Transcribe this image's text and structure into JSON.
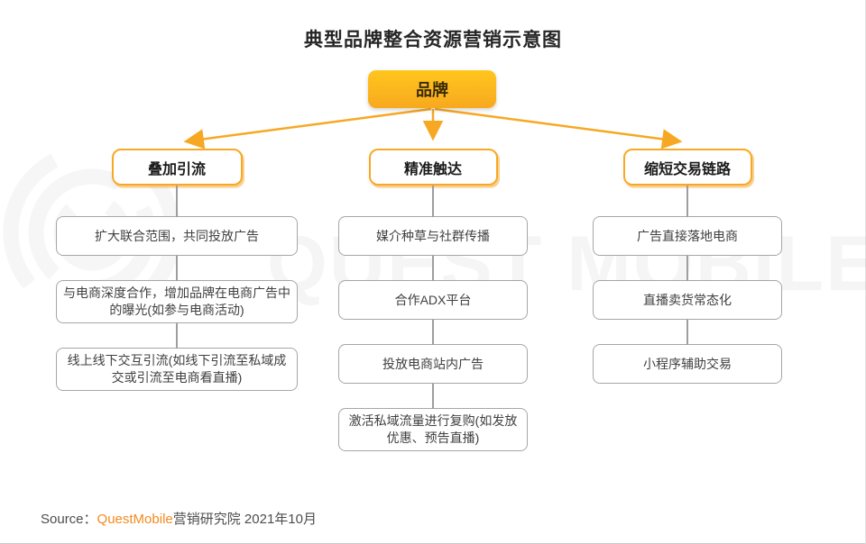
{
  "title": "典型品牌整合资源营销示意图",
  "root": {
    "label": "品牌"
  },
  "columns": [
    {
      "header": "叠加引流",
      "items": [
        "扩大联合范围，共同投放广告",
        "与电商深度合作，增加品牌在电商广告中的曝光(如参与电商活动)",
        "线上线下交互引流(如线下引流至私域成交或引流至电商看直播)"
      ]
    },
    {
      "header": "精准触达",
      "items": [
        "媒介种草与社群传播",
        "合作ADX平台",
        "投放电商站内广告",
        "激活私域流量进行复购(如发放优惠、预告直播)"
      ]
    },
    {
      "header": "缩短交易链路",
      "items": [
        "广告直接落地电商",
        "直播卖货常态化",
        "小程序辅助交易"
      ]
    }
  ],
  "source": {
    "prefix": "Source：",
    "brand": "QuestMobile",
    "suffix": "营销研究院 2021年10月"
  },
  "watermark": "QUEST MOBILE",
  "colors": {
    "accent_yellow": "#F9A825",
    "root_gradient_top": "#FFC61E",
    "root_gradient_bottom": "#F8A91E",
    "brand_orange": "#F28B1E",
    "box_border_gray": "#A6A6A6",
    "text_dark": "#262626"
  }
}
